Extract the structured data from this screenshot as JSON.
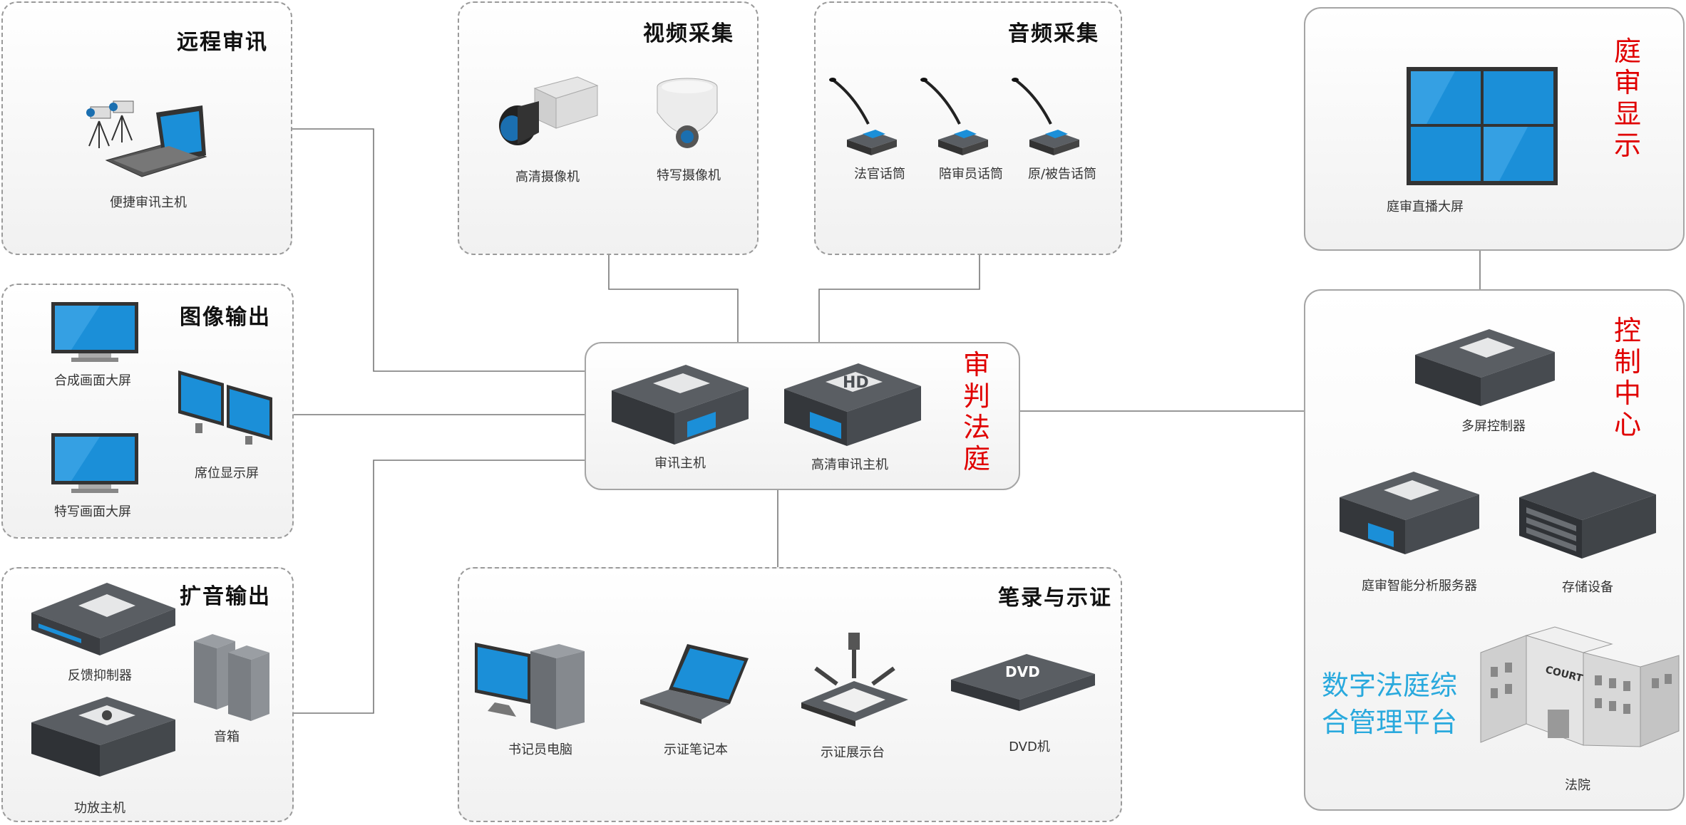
{
  "groups": {
    "remote": {
      "title": "远程审讯",
      "devices": [
        "便捷审讯主机"
      ]
    },
    "image_out": {
      "title": "图像输出",
      "devices": [
        "合成画面大屏",
        "特写画面大屏",
        "席位显示屏"
      ]
    },
    "audio_out": {
      "title": "扩音输出",
      "devices": [
        "反馈抑制器",
        "功放主机",
        "音箱"
      ]
    },
    "video": {
      "title": "视频采集",
      "devices": [
        "高清摄像机",
        "特写摄像机"
      ]
    },
    "audio": {
      "title": "音频采集",
      "devices": [
        "法官话筒",
        "陪审员话筒",
        "原/被告话筒"
      ]
    },
    "court": {
      "title": "审判法庭",
      "devices": [
        "审讯主机",
        "高清审讯主机"
      ]
    },
    "record": {
      "title": "笔录与示证",
      "devices": [
        "书记员电脑",
        "示证笔记本",
        "示证展示台",
        "DVD机"
      ]
    },
    "display": {
      "title": "庭审显示",
      "devices": [
        "庭审直播大屏"
      ]
    },
    "control": {
      "title": "控制中心",
      "devices": [
        "多屏控制器",
        "庭审智能分析服务器",
        "存储设备",
        "法院"
      ],
      "platform": "数字法庭综合管理平台"
    }
  },
  "device_text": {
    "dvd": "DVD",
    "hd": "HD",
    "court_sign": "COURT"
  },
  "colors": {
    "accent_red": "#e00000",
    "platform_blue": "#29a9dd",
    "screen_blue": "#1b8fd8"
  }
}
